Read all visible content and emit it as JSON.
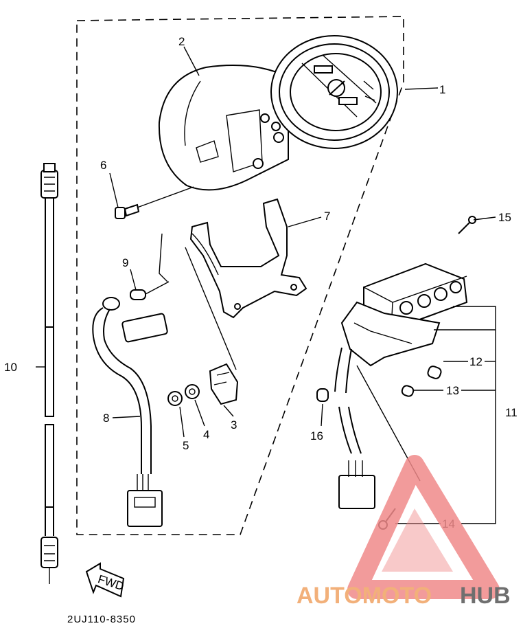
{
  "diagram": {
    "drawing_code": "2UJ110-8350",
    "direction_arrow_label": "FWD",
    "callouts": [
      "1",
      "2",
      "3",
      "4",
      "5",
      "6",
      "7",
      "8",
      "9",
      "10",
      "11",
      "12",
      "13",
      "14",
      "15",
      "16"
    ]
  },
  "watermark": {
    "brand_part1": "AUTOMOTO",
    "brand_part2": "HUB",
    "logo_color": "#f08a8a",
    "text_color_1": "#f2b07a",
    "text_color_2": "#6f6f6f"
  }
}
